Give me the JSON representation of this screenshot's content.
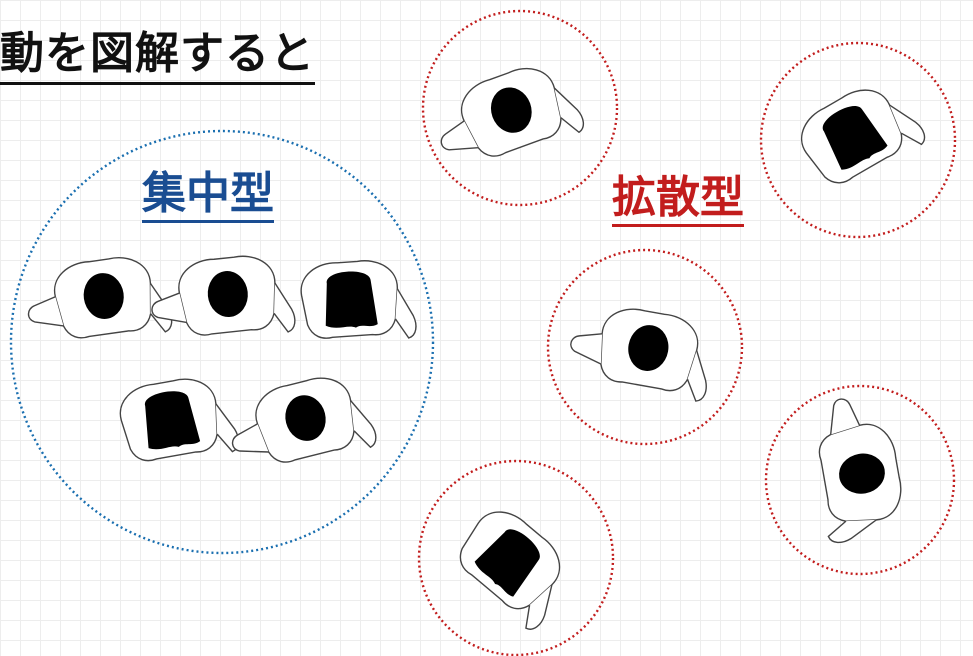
{
  "title": "動を図解すると",
  "groups": {
    "concentrated": {
      "label": "集中型",
      "color": "#1a4d92"
    },
    "dispersed": {
      "label": "拡散型",
      "color": "#c21d1d"
    }
  }
}
